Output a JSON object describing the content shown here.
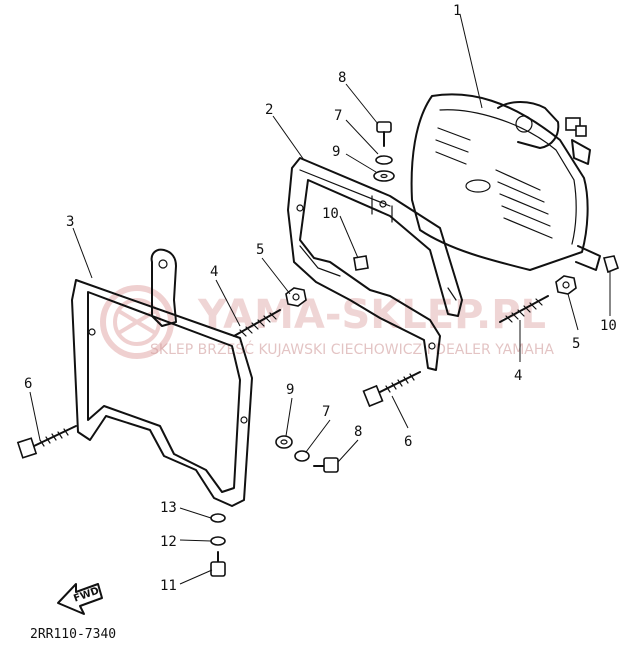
{
  "diagram_code": "2RR110-7340",
  "fwd_label": "FWD",
  "watermark": {
    "main": "YAMA-SKLEP.PL",
    "sub": "SKLEP BRZEŚĆ KUJAWSKI CIECHOWICZ I DEALER YAMAHA"
  },
  "callouts": {
    "c1": "1",
    "c2": "2",
    "c3": "3",
    "c4_left": "4",
    "c4_right": "4",
    "c5_left": "5",
    "c5_right": "5",
    "c6_left": "6",
    "c6_right": "6",
    "c7_top": "7",
    "c7_bottom": "7",
    "c8_top": "8",
    "c8_bottom": "8",
    "c9_top": "9",
    "c9_bottom": "9",
    "c10_mid": "10",
    "c10_right": "10",
    "c11": "11",
    "c12": "12",
    "c13": "13"
  },
  "colors": {
    "line": "#111111",
    "watermark": "#e3b4b4"
  }
}
